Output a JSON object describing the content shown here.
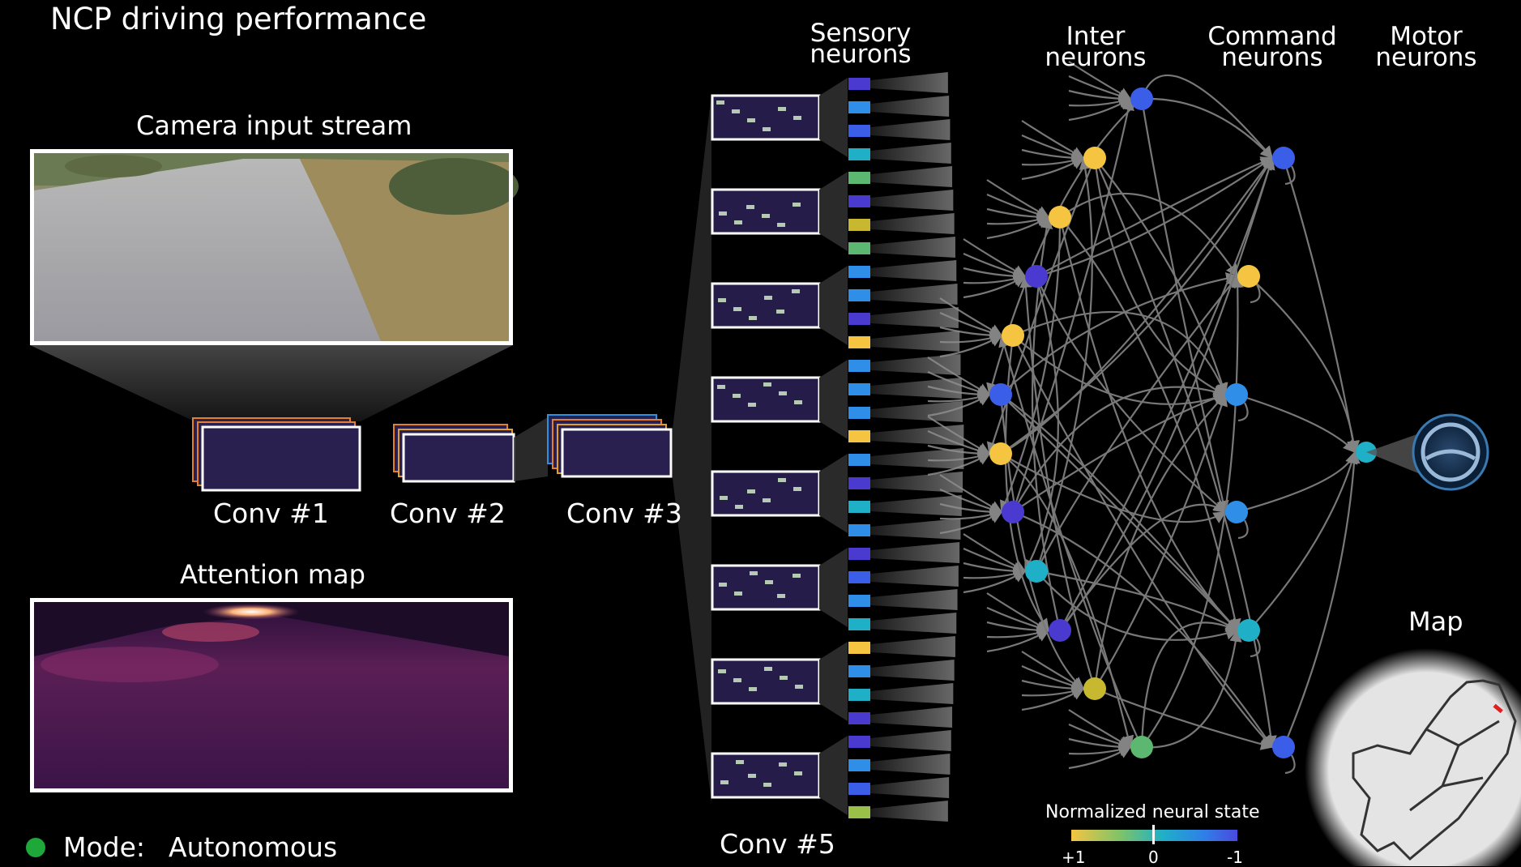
{
  "title": "NCP driving performance",
  "camera": {
    "label": "Camera input stream"
  },
  "attention": {
    "label": "Attention map"
  },
  "conv_layers": [
    "Conv #1",
    "Conv #2",
    "Conv #3",
    "Conv #5"
  ],
  "neuron_groups": {
    "sensory": [
      "Sensory",
      "neurons"
    ],
    "inter": [
      "Inter",
      "neurons"
    ],
    "command": [
      "Command",
      "neurons"
    ],
    "motor": [
      "Motor",
      "neurons"
    ]
  },
  "map": {
    "label": "Map"
  },
  "mode": {
    "label": "Mode:",
    "value": "Autonomous",
    "indicator_color": "#1ea83a"
  },
  "legend": {
    "title": "Normalized neural state",
    "ticks": [
      "+1",
      "0",
      "-1"
    ]
  },
  "colors": {
    "positive": "#f5c542",
    "mid": "#1fb0c8",
    "negative": "#4a4ae0",
    "background": "#000000"
  },
  "icons": [
    "steering-wheel-icon"
  ]
}
